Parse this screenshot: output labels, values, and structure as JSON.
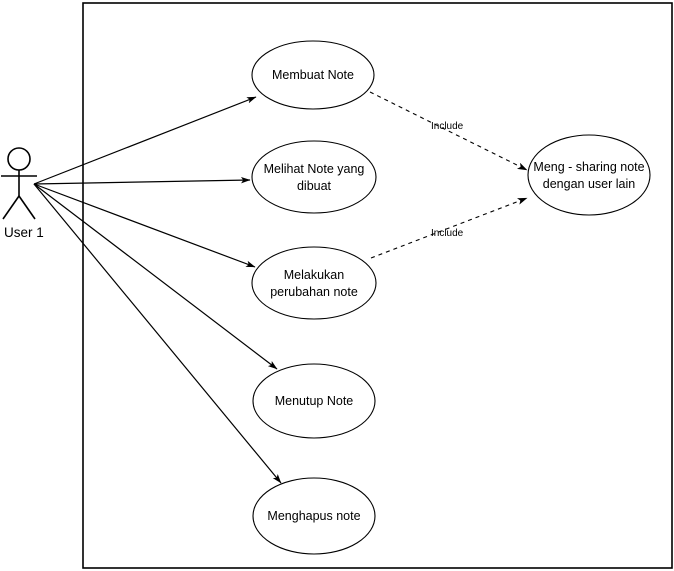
{
  "diagram": {
    "type": "uml-use-case-diagram",
    "background_color": "#ffffff",
    "line_color": "#000000",
    "actor": {
      "name": "User 1",
      "label": "User 1"
    },
    "system_boundary": {
      "label": ""
    },
    "use_cases": [
      {
        "id": "membuat-note",
        "label": "Membuat Note",
        "lines": [
          "Membuat Note"
        ]
      },
      {
        "id": "melihat-note",
        "label": "Melihat Note yang dibuat",
        "lines": [
          "Melihat Note yang",
          "dibuat"
        ]
      },
      {
        "id": "melakukan-perubahan-note",
        "label": "Melakukan perubahan note",
        "lines": [
          "Melakukan",
          "perubahan note"
        ]
      },
      {
        "id": "menutup-note",
        "label": "Menutup Note",
        "lines": [
          "Menutup Note"
        ]
      },
      {
        "id": "menghapus-note",
        "label": "Menghapus note",
        "lines": [
          "Menghapus note"
        ]
      },
      {
        "id": "meng-sharing-note",
        "label": "Meng - sharing note dengan user lain",
        "lines": [
          "Meng - sharing note",
          "dengan user lain"
        ]
      }
    ],
    "associations": [
      {
        "from": "User 1",
        "to": "Membuat Note"
      },
      {
        "from": "User 1",
        "to": "Melihat Note yang dibuat"
      },
      {
        "from": "User 1",
        "to": "Melakukan perubahan note"
      },
      {
        "from": "User 1",
        "to": "Menutup Note"
      },
      {
        "from": "User 1",
        "to": "Menghapus note"
      }
    ],
    "include_relations": [
      {
        "from": "Membuat Note",
        "to": "Meng - sharing note dengan user lain",
        "label": "Include"
      },
      {
        "from": "Melakukan perubahan note",
        "to": "Meng - sharing note dengan user lain",
        "label": "Include"
      }
    ]
  }
}
